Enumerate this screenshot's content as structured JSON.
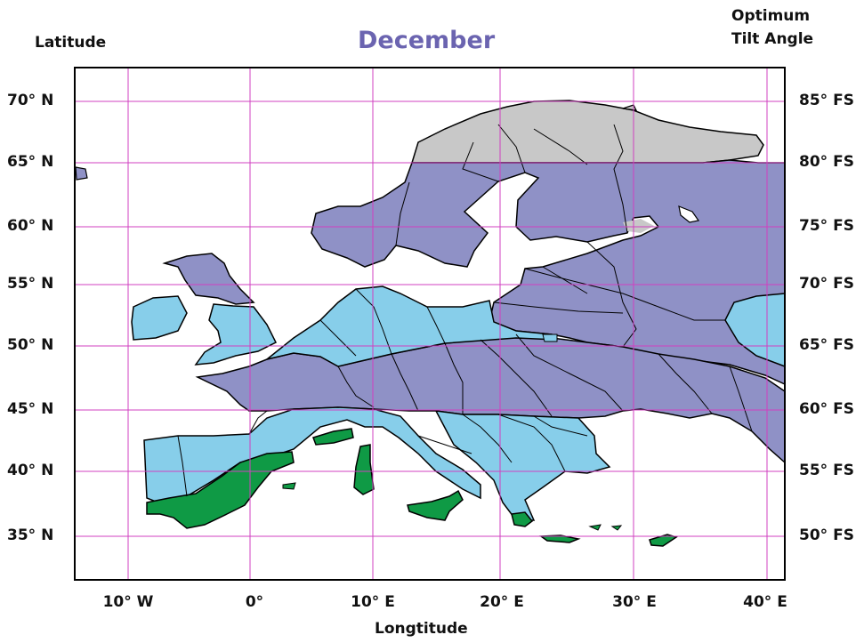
{
  "title": "December",
  "left_axis_title": "Latitude",
  "right_axis_title_line1": "Optimum",
  "right_axis_title_line2": "Tilt Angle",
  "bottom_axis_title": "Longtitude",
  "lat_labels": [
    "70° N",
    "65° N",
    "60° N",
    "55° N",
    "50° N",
    "45° N",
    "40° N",
    "35° N"
  ],
  "tilt_labels": [
    "85° FS",
    "80° FS",
    "75° FS",
    "70° FS",
    "65° FS",
    "60° FS",
    "55° FS",
    "50° FS"
  ],
  "lon_labels": [
    "10° W",
    "0°",
    "10° E",
    "20° E",
    "30° E",
    "40° E"
  ],
  "colors": {
    "grid": "#d040c0",
    "frame": "#000000",
    "zone_grey": "#c8c8c8",
    "zone_purple": "#8f91c6",
    "zone_lightblue": "#87ceea",
    "zone_green": "#0f9a45",
    "title": "#6b64b0"
  }
}
